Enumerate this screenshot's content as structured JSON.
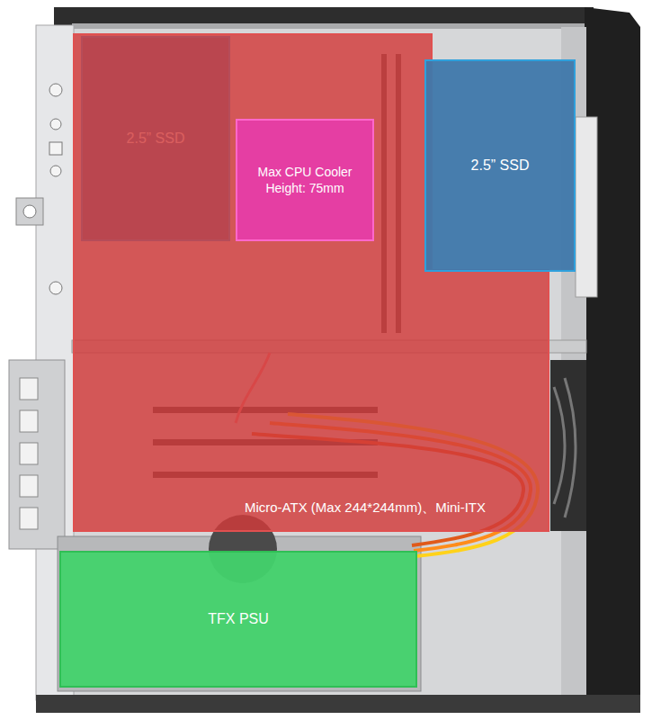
{
  "diagram": {
    "nodes": [
      {
        "text": [
          "2.5” SSD"
        ]
      },
      {
        "text": [
          "Micro-ATX (Max 244*244mm)、Mini-ITX"
        ]
      },
      {
        "text": [
          "Max CPU Cooler Height: 75mm"
        ],
        "in": 1
      },
      {
        "text": [
          "2.5” SSD"
        ]
      },
      {
        "text": [
          "TFX PSU"
        ]
      }
    ]
  }
}
